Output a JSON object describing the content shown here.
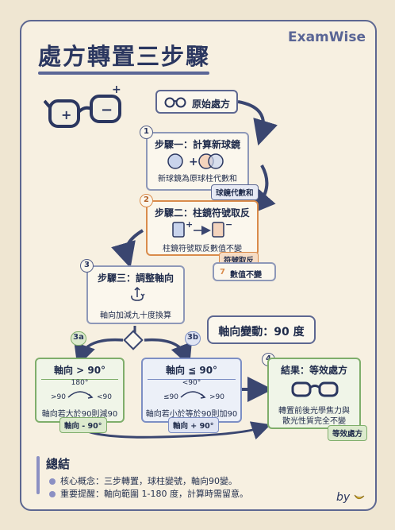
{
  "title": "處方轉置三步驟",
  "brand": "ExamWise",
  "start": {
    "label": "原始處方"
  },
  "step1": {
    "num": "1",
    "title": "步驟一：計算新球鏡",
    "desc": "新球鏡為原球柱代數和",
    "tag": "球鏡代數和"
  },
  "step2": {
    "num": "2",
    "title": "步驟二：柱鏡符號取反",
    "desc": "柱鏡符號取反數值不變",
    "tag": "符號取反"
  },
  "note7": {
    "num": "7",
    "text": "數值不變"
  },
  "step3": {
    "num": "3",
    "title": "步驟三：調整軸向",
    "desc": "軸向加減九十度換算"
  },
  "callout": "軸向變動：90 度",
  "branch_a": {
    "num": "3a",
    "title": "軸向 > 90°",
    "top": "180°",
    "left": ">90",
    "right": "<90",
    "desc": "軸向若大於90則減90",
    "tag": "軸向 - 90°"
  },
  "branch_b": {
    "num": "3b",
    "title": "軸向 ≦ 90°",
    "top": "<90°",
    "left": "≤90",
    "right": ">90",
    "desc": "軸向若小於等於90則加90",
    "tag": "軸向 + 90°"
  },
  "result": {
    "num": "4",
    "title": "結果：等效處方",
    "desc1": "轉置前後光學焦力與",
    "desc2": "散光性質完全不變",
    "tag": "等效處方"
  },
  "summary": {
    "title": "總結",
    "items": [
      "核心概念：三步轉置，球柱變號，軸向90變。",
      "重要提醒：軸向範圍 1-180 度，計算時需留意。"
    ]
  },
  "signature": "by",
  "colors": {
    "navy": "#2b3760",
    "orange": "#d98b4b",
    "green": "#7fae6b",
    "blue": "#7d8fc4"
  }
}
